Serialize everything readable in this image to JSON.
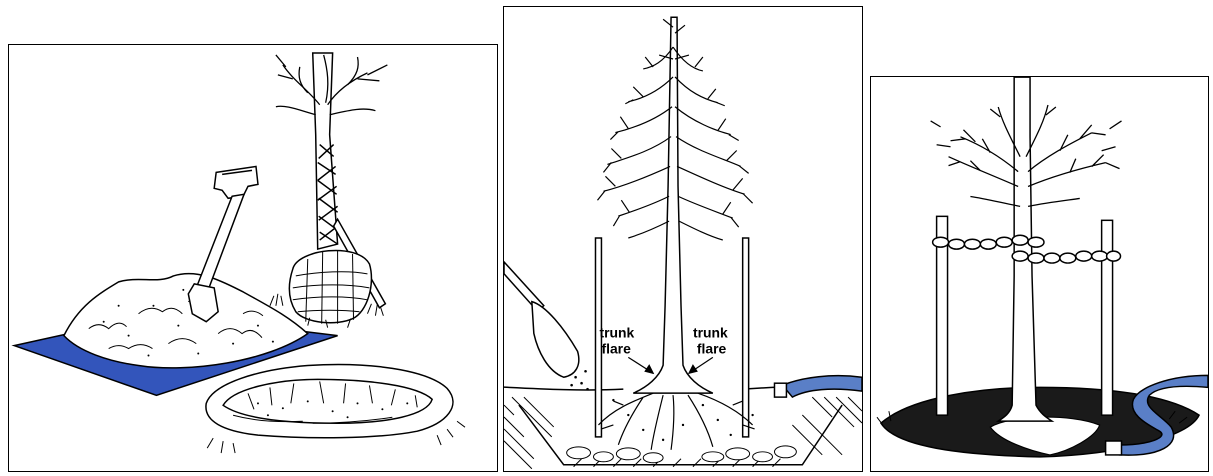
{
  "panels": [
    {
      "id": "panel-prepare-hole"
    },
    {
      "id": "panel-planting-trunk-flare"
    },
    {
      "id": "panel-staked-tree"
    }
  ],
  "labels": {
    "left_trunk": "trunk",
    "left_flare": "flare",
    "right_trunk": "trunk",
    "right_flare": "flare"
  },
  "colors": {
    "tarp": "#3355bb",
    "hose": "#5a7fc7",
    "line": "#000000",
    "background": "#ffffff"
  }
}
